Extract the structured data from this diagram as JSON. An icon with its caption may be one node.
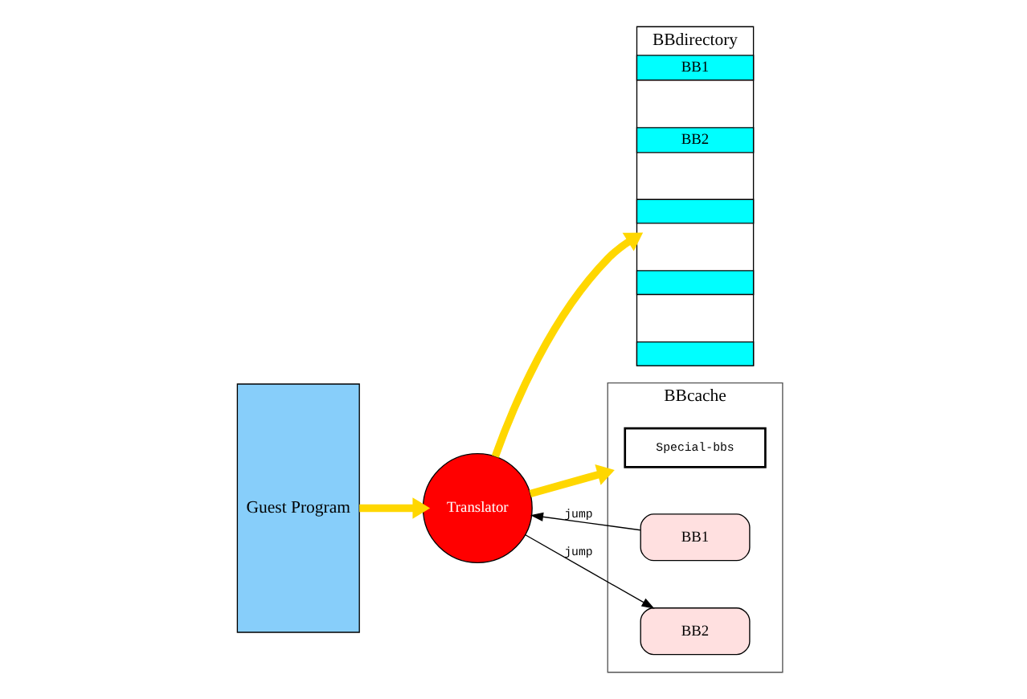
{
  "diagram": {
    "nodes": [
      {
        "text": [
          "Guest Program"
        ]
      },
      {
        "text": [
          "BBdirectory"
        ]
      },
      {
        "text": [
          "BB1"
        ],
        "in": 1
      },
      {
        "text": [
          "BB2"
        ],
        "in": 1
      },
      {
        "text": [],
        "shape": "box",
        "in": 1
      },
      {
        "text": [],
        "shape": "box",
        "in": 1
      },
      {
        "text": [],
        "shape": "box",
        "in": 1
      },
      {
        "text": [
          "BBcache",
          "Special-bbs"
        ]
      },
      {
        "text": [
          "BB1"
        ],
        "in": 7
      },
      {
        "text": [
          "BB2"
        ],
        "in": 7
      },
      {
        "text": [
          "Translator"
        ]
      }
    ],
    "edges": [
      {
        "from": 0,
        "to": 10,
        "arrow": "to"
      },
      {
        "from": 10,
        "to": 1,
        "arrow": "to"
      },
      {
        "from": 10,
        "to": 7,
        "arrow": "to"
      },
      {
        "from": 8,
        "to": 10,
        "arrow": "to",
        "label": "jump",
        "color": "#000000"
      },
      {
        "from": 10,
        "to": 9,
        "arrow": "to",
        "label": "jump",
        "color": "#000000"
      }
    ]
  }
}
